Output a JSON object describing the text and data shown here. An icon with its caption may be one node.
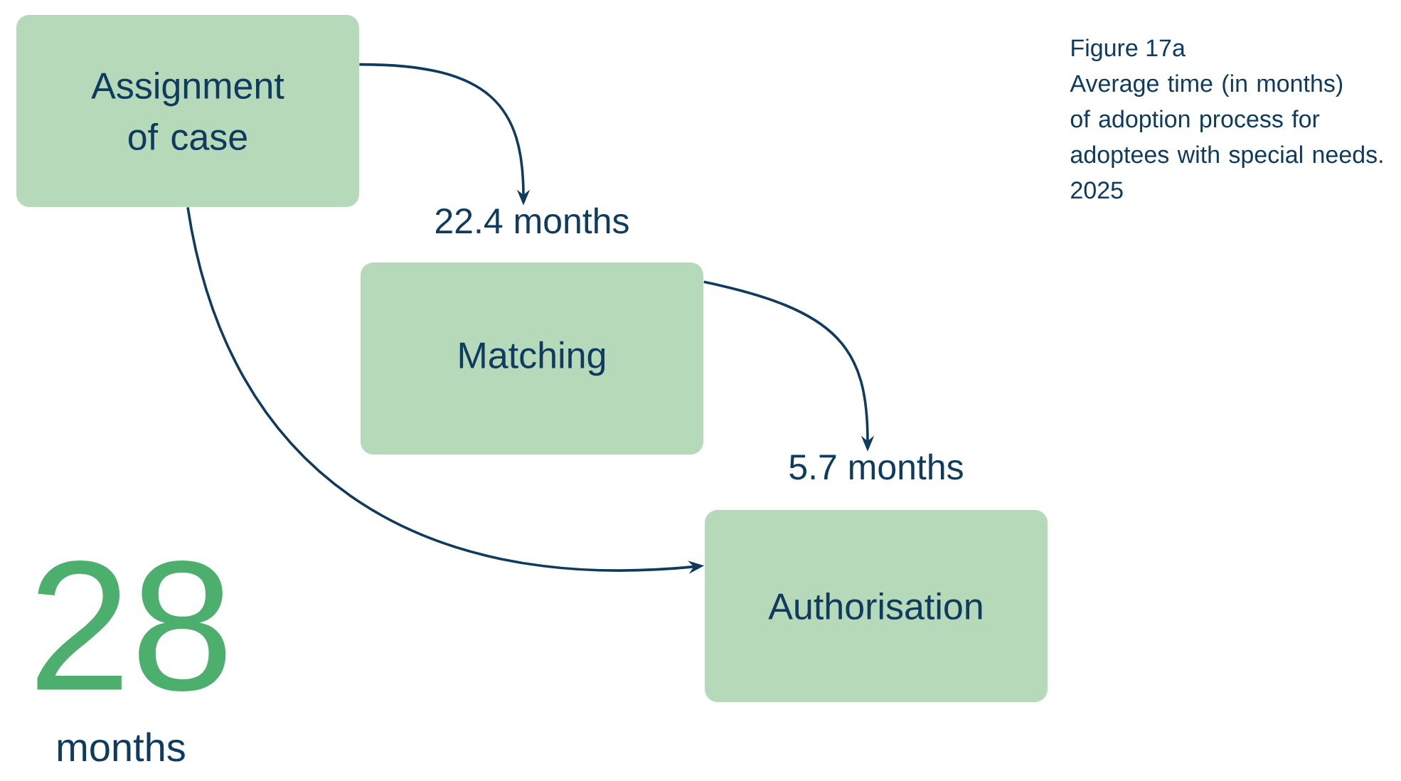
{
  "diagram": {
    "title": "Figure 17a",
    "caption": "Average time (in months) of adoption process for adoptees with special needs. 2025",
    "nodes": [
      {
        "text": [
          "Assignment of case"
        ]
      },
      {
        "text": [
          "22.4 months",
          "Matching"
        ]
      },
      {
        "text": [
          "5.7 months",
          "Authorisation"
        ]
      }
    ],
    "edges": [
      {
        "from": 0,
        "to": 1,
        "arrow": "to"
      },
      {
        "from": 1,
        "to": 2,
        "arrow": "to"
      },
      {
        "from": 0,
        "to": 2,
        "arrow": "to"
      }
    ],
    "labels": [
      "28",
      "months"
    ]
  }
}
